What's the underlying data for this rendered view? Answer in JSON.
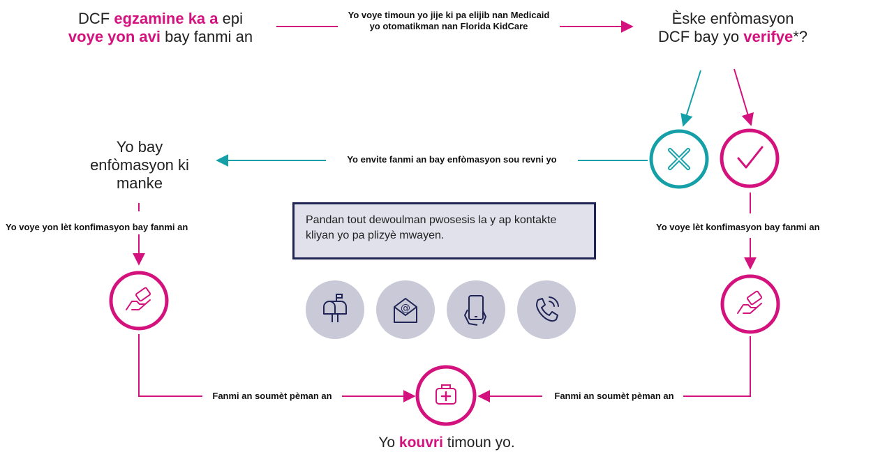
{
  "top_left": {
    "pre": "DCF ",
    "hl1": "egzamine ka a",
    "mid": " epi",
    "hl2": "voye yon avi",
    "post": " bay fanmi an"
  },
  "top_middle": "Yo voye timoun yo jije ki pa elijib nan Medicaid yo otomatikman nan Florida KidCare",
  "top_right": {
    "line1": "Èske enfòmasyon",
    "pre": "DCF bay yo ",
    "hl": "verifye",
    "post": "*?"
  },
  "invite_label": "Yo envite fanmi an bay enfòmasyon sou revni yo",
  "left_node": "Yo bay enfòmasyon ki manke",
  "left_confirm": "Yo voye yon lèt konfimasyon bay fanmi an",
  "right_confirm": "Yo voye lèt konfimasyon bay fanmi an",
  "note": "Pandan tout dewoulman pwosesis la y ap kontakte kliyan yo pa plizyè mwayen.",
  "submit_left": "Fanmi an soumèt pèman an",
  "submit_right": "Fanmi an soumèt pèman an",
  "bottom": {
    "pre": "Yo ",
    "hl": "kouvri",
    "post": " timoun yo."
  },
  "colors": {
    "magenta": "#d4127e",
    "teal": "#15a0a8",
    "navy": "#1f2455",
    "channel_bg": "#c9c9d8"
  },
  "icons": [
    "x-icon",
    "check-icon",
    "payment-hand-icon",
    "medical-kit-icon",
    "mailbox-icon",
    "email-icon",
    "phone-hand-icon",
    "phone-call-icon"
  ]
}
